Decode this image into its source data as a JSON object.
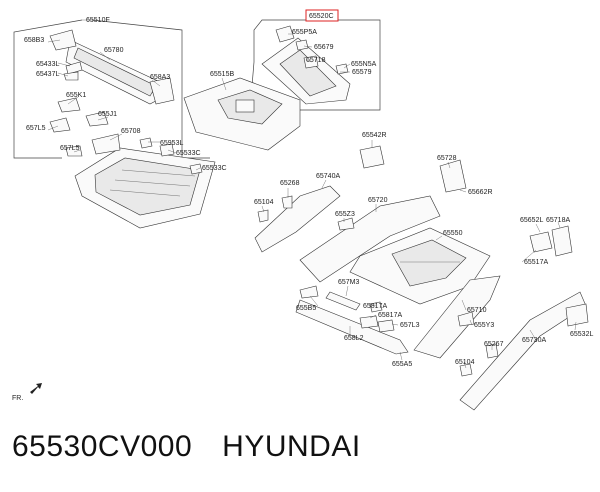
{
  "diagram": {
    "highlighted_part": "65520C",
    "labels": {
      "l65510F": "65510F",
      "l658B3": "658B3",
      "l65780": "65780",
      "l65433L": "65433L",
      "l65437L": "65437L",
      "l658A3": "658A3",
      "l655K1": "655K1",
      "l655J1": "655J1",
      "l657L5": "657L5",
      "l65708": "65708",
      "l657L5b": "657L5",
      "l65953L": "65953L",
      "l65533C": "65533C",
      "l65533Cb": "65533C",
      "l65515B": "65515B",
      "l655P5A": "655P5A",
      "l65679": "65679",
      "l65718": "65718",
      "l655N5A": "655N5A",
      "l65579": "65579",
      "l65542R": "65542R",
      "l65728": "65728",
      "l65662R": "65662R",
      "l65268": "65268",
      "l65740A": "65740A",
      "l65104": "65104",
      "l655Z3": "655Z3",
      "l65720": "65720",
      "l65550": "65550",
      "l65652L": "65652L",
      "l65718A": "65718A",
      "l65517A": "65517A",
      "l657M3": "657M3",
      "l65817A": "65817A",
      "l65817Ab": "65817A",
      "l655B5": "655B5",
      "l657L3": "657L3",
      "l65710": "65710",
      "l655Y3": "655Y3",
      "l658L2": "658L2",
      "l65730A": "65730A",
      "l65532L": "65532L",
      "l65267": "65267",
      "l65104b": "65104",
      "l655A5": "655A5"
    },
    "front_indicator": "FR."
  },
  "footer": {
    "part_number": "65530CV000",
    "brand": "HYUNDAI"
  }
}
